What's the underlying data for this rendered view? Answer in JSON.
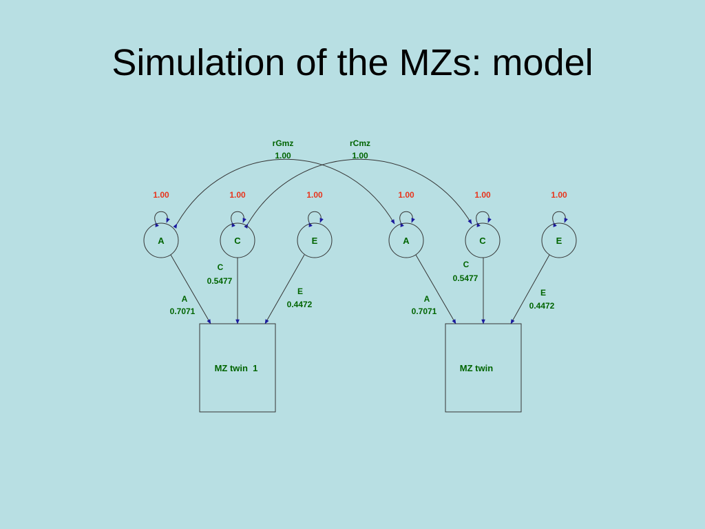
{
  "title": "Simulation of the MZs: model",
  "correlations": {
    "rg": {
      "name": "rGmz",
      "value": "1.00"
    },
    "rc": {
      "name": "rCmz",
      "value": "1.00"
    }
  },
  "twin1": {
    "box_label": "MZ twin  1",
    "variances": [
      "1.00",
      "1.00",
      "1.00"
    ],
    "nodes": [
      "A",
      "C",
      "E"
    ],
    "paths": [
      {
        "name": "A",
        "value": "0.7071"
      },
      {
        "name": "C",
        "value": "0.5477"
      },
      {
        "name": "E",
        "value": "0.4472"
      }
    ]
  },
  "twin2": {
    "box_label": "MZ twin",
    "variances": [
      "1.00",
      "1.00",
      "1.00"
    ],
    "nodes": [
      "A",
      "C",
      "E"
    ],
    "paths": [
      {
        "name": "A",
        "value": "0.7071"
      },
      {
        "name": "C",
        "value": "0.5477"
      },
      {
        "name": "E",
        "value": "0.4472"
      }
    ]
  },
  "colors": {
    "background": "#b8dfe3",
    "path_label": "#006400",
    "variance_label": "#e8341c",
    "arrowhead": "#1a1a9e"
  }
}
